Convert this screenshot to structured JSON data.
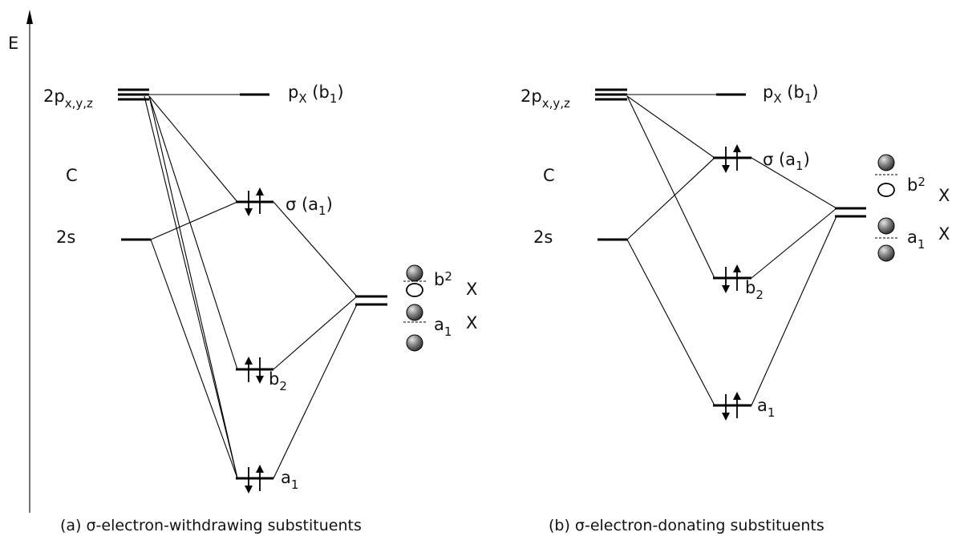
{
  "axis": {
    "label": "E"
  },
  "panel_a": {
    "carbon_2p": {
      "main": "2p",
      "sub": "x,y,z"
    },
    "carbon_atom": "C",
    "carbon_2s": "2s",
    "px": {
      "main": "p",
      "sub1": "X",
      "mid": " (b",
      "sub2": "1",
      "end": ")"
    },
    "sigma": {
      "main": "σ (a",
      "sub": "1",
      "end": ")"
    },
    "b2_mo": {
      "main": "b",
      "sub": "2"
    },
    "a1_mo": {
      "main": "a",
      "sub": "1"
    },
    "x_b2": {
      "main": "b",
      "sub": "2",
      "atom": "X"
    },
    "x_a1": {
      "main": "a",
      "sub": "1",
      "atom": "X"
    },
    "caption": "(a) σ-electron-withdrawing substituents"
  },
  "panel_b": {
    "carbon_2p": {
      "main": "2p",
      "sub": "x,y,z"
    },
    "carbon_atom": "C",
    "carbon_2s": "2s",
    "px": {
      "main": "p",
      "sub1": "X",
      "mid": " (b",
      "sub2": "1",
      "end": ")"
    },
    "sigma": {
      "main": "σ (a",
      "sub": "1",
      "end": ")"
    },
    "b2_mo": {
      "main": "b",
      "sub": "2"
    },
    "a1_mo": {
      "main": "a",
      "sub": "1"
    },
    "x_b2": {
      "main": "b",
      "sub": "2",
      "atom": "X"
    },
    "x_a1": {
      "main": "a",
      "sub": "1",
      "atom": "X"
    },
    "caption": "(b) σ-electron-donating substituents"
  }
}
